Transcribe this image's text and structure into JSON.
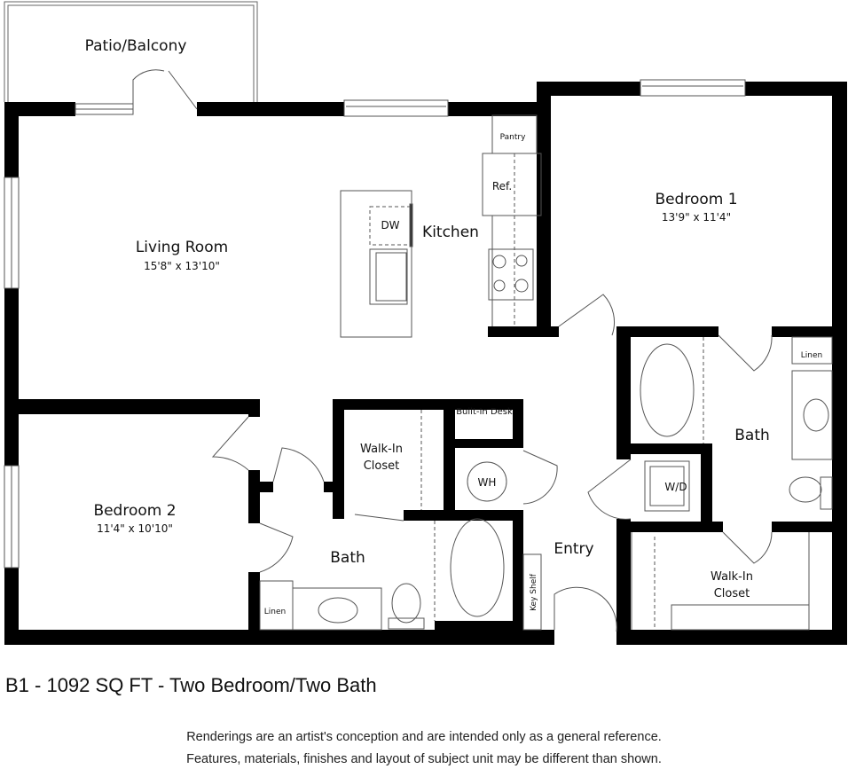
{
  "plan": {
    "rooms": [
      {
        "name": "Patio/Balcony",
        "dims": ""
      },
      {
        "name": "Living Room",
        "dims": "15'8\" x 13'10\""
      },
      {
        "name": "Kitchen",
        "dims": ""
      },
      {
        "name": "Bedroom 1",
        "dims": "13'9\" x 11'4\""
      },
      {
        "name": "Bedroom 2",
        "dims": "11'4\" x 10'10\""
      },
      {
        "name": "Bath",
        "dims": ""
      },
      {
        "name": "Bath",
        "dims": ""
      },
      {
        "name": "Entry",
        "dims": ""
      }
    ],
    "fixtures": {
      "pantry": "Pantry",
      "ref": "Ref.",
      "dw": "DW",
      "linen1": "Linen",
      "linen2": "Linen",
      "wd": "W/D",
      "wh": "WH",
      "desk": "Built-In Desk",
      "closet1": [
        "Walk-In",
        "Closet"
      ],
      "closet2": [
        "Walk-In",
        "Closet"
      ],
      "key_shelf": "Key Shelf"
    },
    "wall_color": "#000000"
  },
  "footer": {
    "title": "B1 - 1092 SQ FT - Two Bedroom/Two Bath",
    "disclaimer": [
      "Renderings are an artist's conception and are intended only as a general reference.",
      "Features, materials, finishes and layout of subject unit may be different than shown."
    ]
  }
}
